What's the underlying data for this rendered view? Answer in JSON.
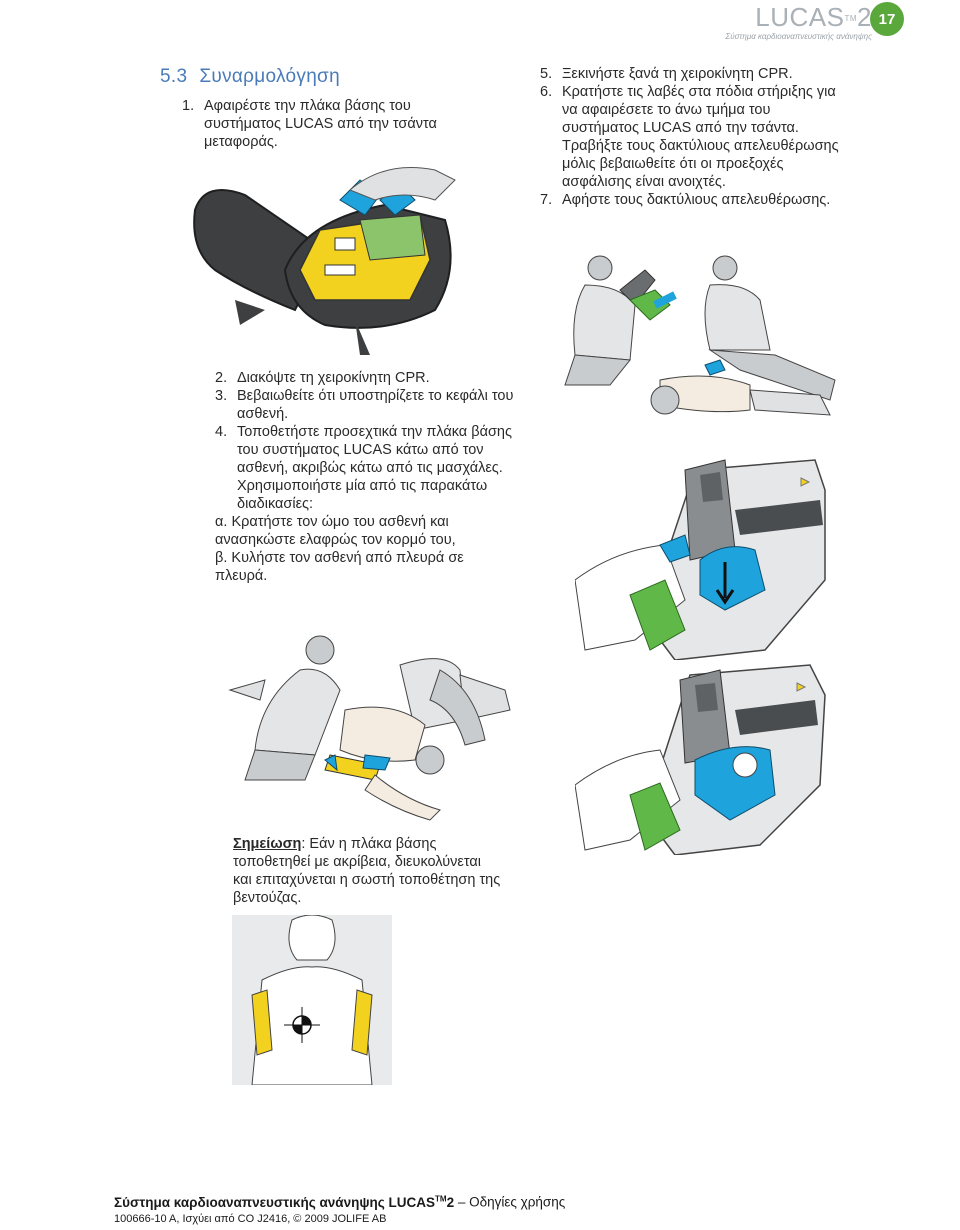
{
  "header": {
    "brand": "LUCAS",
    "brand_tm": "TM",
    "brand_version": "2",
    "brand_subtitle": "Σύστημα καρδιοαναπνευστικής ανάνηψης",
    "page_number": "17",
    "badge_color": "#5aa83c"
  },
  "section": {
    "number": "5.3",
    "title": "Συναρμολόγηση",
    "title_color": "#4a7bb8"
  },
  "steps_top_left": [
    {
      "n": "1.",
      "text": "Αφαιρέστε την πλάκα βάσης του συστήματος LUCAS από την τσάντα μεταφοράς."
    }
  ],
  "steps_top_right": [
    {
      "n": "5.",
      "text": "Ξεκινήστε ξανά τη χειροκίνητη CPR."
    },
    {
      "n": "6.",
      "text": "Κρατήστε τις λαβές στα πόδια στήριξης για να αφαιρέσετε το άνω τμήμα του συστήματος LUCAS από την τσάντα. Τραβήξτε τους δακτύλιους απελευθέρωσης μόλις βεβαιωθείτε ότι οι προεξοχές ασφάλισης είναι ανοιχτές."
    },
    {
      "n": "7.",
      "text": "Αφήστε τους δακτύλιους απελευθέρωσης."
    }
  ],
  "steps_middle": [
    {
      "n": "2.",
      "text": "Διακόψτε τη χειροκίνητη CPR."
    },
    {
      "n": "3.",
      "text": "Βεβαιωθείτε ότι υποστηρίζετε το κεφάλι του ασθενή."
    },
    {
      "n": "4.",
      "text": "Τοποθετήστε προσεχτικά την πλάκα βάσης του συστήματος LUCAS κάτω από τον ασθενή, ακριβώς κάτω από τις μασχάλες. Χρησιμοποιήστε μία από τις παρακάτω διαδικασίες:"
    },
    {
      "n": "",
      "text": "α. Κρατήστε τον ώμο του ασθενή και ανασηκώστε ελαφρώς τον κορμό του,"
    },
    {
      "n": "",
      "text": "β. Κυλήστε τον ασθενή από πλευρά σε πλευρά."
    }
  ],
  "note": {
    "label": "Σημείωση",
    "text": ": Εάν η πλάκα βάσης τοποθετηθεί με ακρίβεια, διευκολύνεται και επιταχύνεται η σωστή τοποθέτηση της βεντούζας."
  },
  "footer": {
    "title": "Σύστημα καρδιοαναπνευστικής ανάνηψης LUCAS",
    "title_tm": "TM",
    "title_version": "2",
    "title_suffix": " – Οδηγίες χρήσης",
    "subtitle": "100666-10 A, Ισχύει από CO J2416, © 2009 JOLIFE AB"
  },
  "illustrations": [
    {
      "name": "bag-with-backplate",
      "icon": "bag-illustration"
    },
    {
      "name": "rescuers-cpr",
      "icon": "cpr-illustration"
    },
    {
      "name": "upper-part-release",
      "icon": "device-release-illustration-1"
    },
    {
      "name": "backplate-under-patient",
      "icon": "patient-illustration"
    },
    {
      "name": "upper-part-release-2",
      "icon": "device-release-illustration-2"
    },
    {
      "name": "chest-position",
      "icon": "torso-illustration"
    }
  ],
  "colors": {
    "yellow": "#f2d21e",
    "green": "#5fb847",
    "blue": "#1fa3dd",
    "grey": "#c9ccce",
    "dark": "#4a4d50"
  }
}
